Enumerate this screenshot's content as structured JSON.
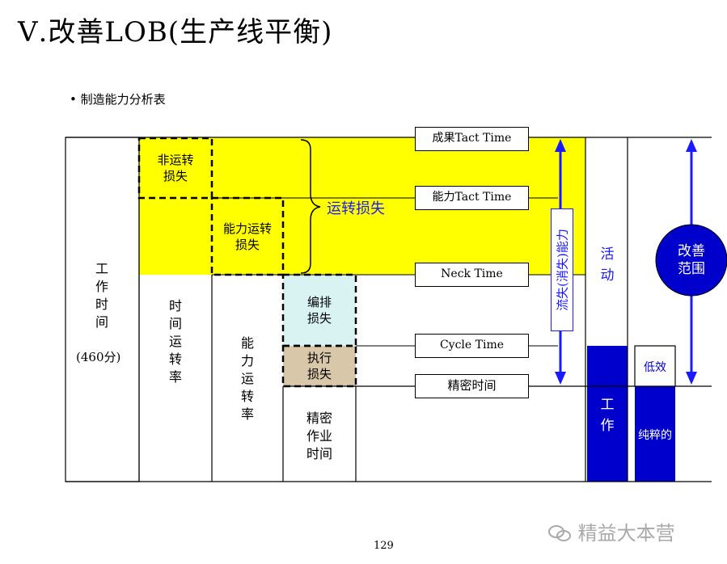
{
  "title": "Ⅴ.改善LOB(生产线平衡)",
  "subtitle": "• 制造能力分析表",
  "columns": {
    "work_time": [
      "工",
      "作",
      "时",
      "间"
    ],
    "work_time_amount": "(460分)",
    "time_utilization": [
      "时",
      "间",
      "运",
      "转",
      "率"
    ],
    "capacity_utilization": [
      "能",
      "力",
      "运",
      "转",
      "率"
    ],
    "precision_work_time": [
      "精密",
      "作业",
      "时间"
    ]
  },
  "losses": {
    "non_operating": [
      "非运转",
      "损失"
    ],
    "capacity_operating": [
      "能力运转",
      "损失"
    ],
    "operating_loss": "运转损失",
    "scheduling": [
      "编排",
      "损失"
    ],
    "execution": [
      "执行",
      "损失"
    ]
  },
  "time_labels": [
    "成果Tact Time",
    "能力Tact Time",
    "Neck Time",
    "Cycle Time",
    "精密时间"
  ],
  "flow_loss_capacity": "流失(消失)能力",
  "activity": [
    "活",
    "动"
  ],
  "work": [
    "工",
    "作"
  ],
  "low_efficiency": "低效",
  "pure": "纯粹的",
  "improvement_scope": [
    "改善",
    "范围"
  ],
  "page_number": "129",
  "watermark": "精益大本营",
  "colors": {
    "yellow": "#ffff00",
    "light_blue": "#d9f3f3",
    "tan": "#d8c7a8",
    "blue": "#0000cc",
    "arrow_blue": "#1a1aff"
  }
}
